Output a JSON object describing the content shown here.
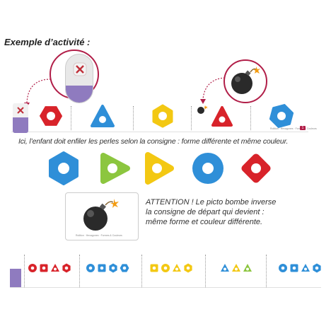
{
  "title": "Exemple d’activité :",
  "caption": "Ici, l’enfant doit enfiler les perles selon la consigne : forme différente et même couleur.",
  "attention_lines": [
    "ATTENTION ! Le picto bombe inverse",
    "la consigne de départ qui devient :",
    "même forme et couleur différente."
  ],
  "strip_footer": "Rolltion · Hexagones · Formes & Couleurs",
  "strip_badge": "1",
  "bomb_card_footer": "Rolltion · Hexagones · Formes & Couleurs",
  "colors": {
    "red": "#d8232a",
    "blue": "#2f8fd8",
    "yellow": "#f3c813",
    "green": "#8cc63f",
    "purple": "#8f7bbf",
    "accent": "#b11e48"
  },
  "icons": [
    "x-mark-icon",
    "bomb-icon",
    "arrow-icon"
  ]
}
